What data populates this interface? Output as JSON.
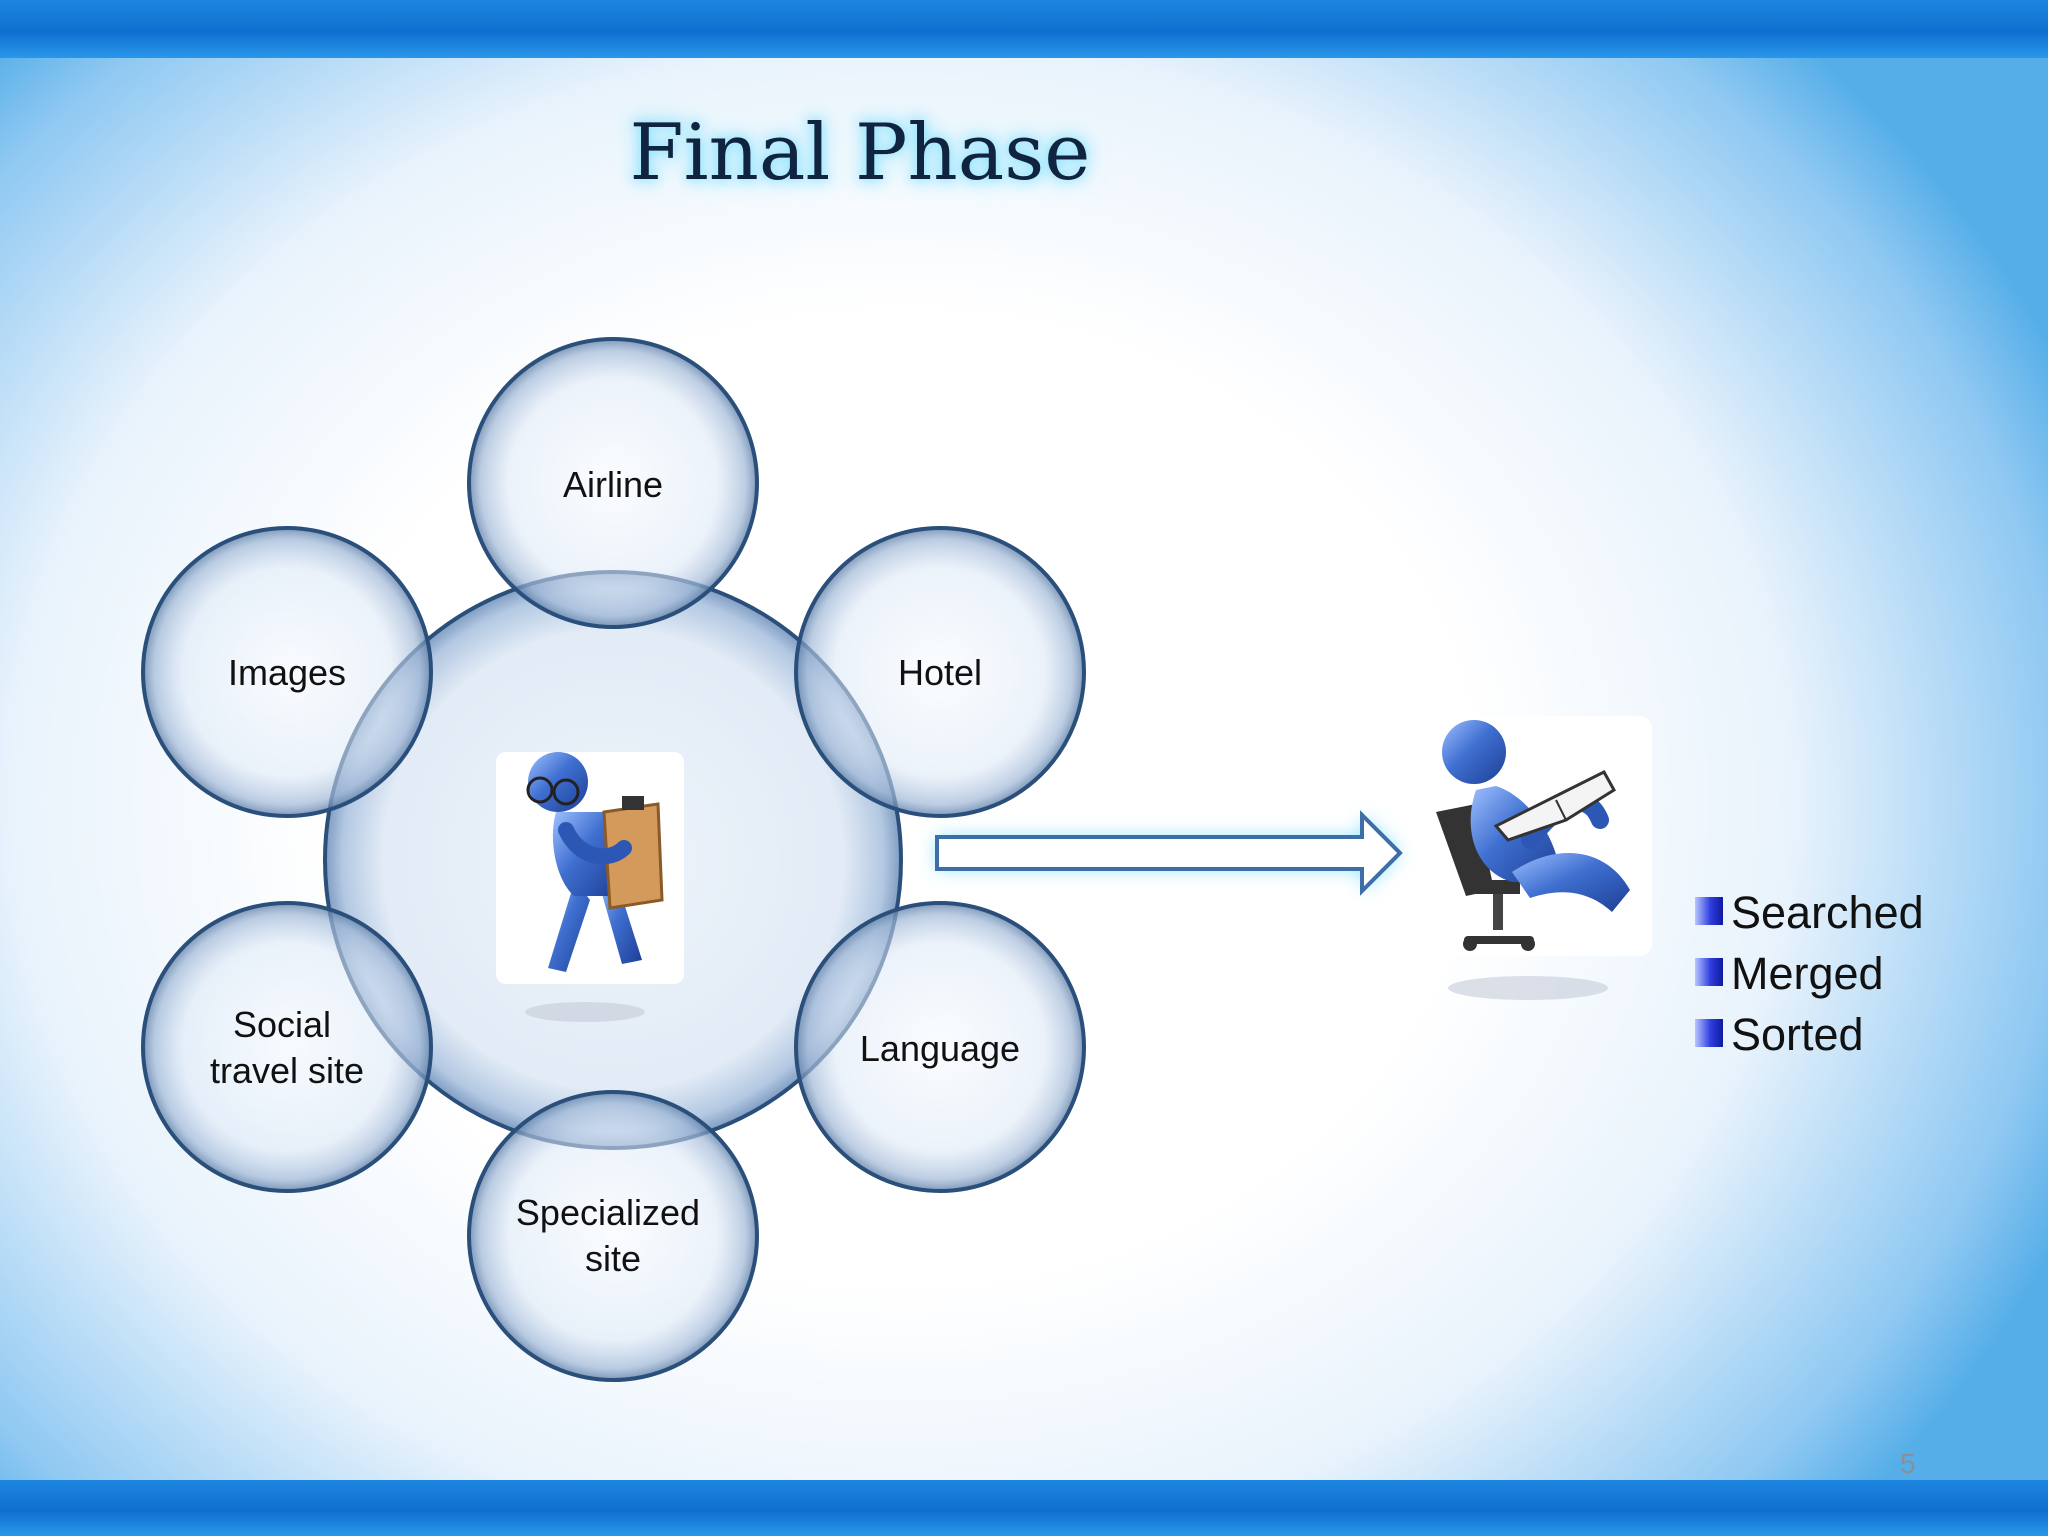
{
  "slide": {
    "title": "Final Phase",
    "page_number": "5"
  },
  "diagram": {
    "center_icon": "person-with-clipboard-icon",
    "satellites": [
      {
        "id": "airline",
        "lines": [
          "Airline"
        ]
      },
      {
        "id": "hotel",
        "lines": [
          "Hotel"
        ]
      },
      {
        "id": "language",
        "lines": [
          "Language"
        ]
      },
      {
        "id": "specialized-site",
        "lines": [
          "Specialized",
          "site"
        ]
      },
      {
        "id": "social-travel-site",
        "lines": [
          "Social",
          "travel site"
        ]
      },
      {
        "id": "images",
        "lines": [
          "Images"
        ]
      }
    ],
    "arrow_icon": "right-arrow-icon",
    "result_icon": "person-reading-in-chair-icon"
  },
  "results": [
    "Searched",
    "Merged",
    "Sorted"
  ],
  "colors": {
    "band": "#0f6fd0",
    "bubble_stroke": "#2a4f7a",
    "bubble_fill": "#dfe9f6",
    "arrow_stroke": "#3d6ea8",
    "figure_blue": "#3b68c8"
  }
}
